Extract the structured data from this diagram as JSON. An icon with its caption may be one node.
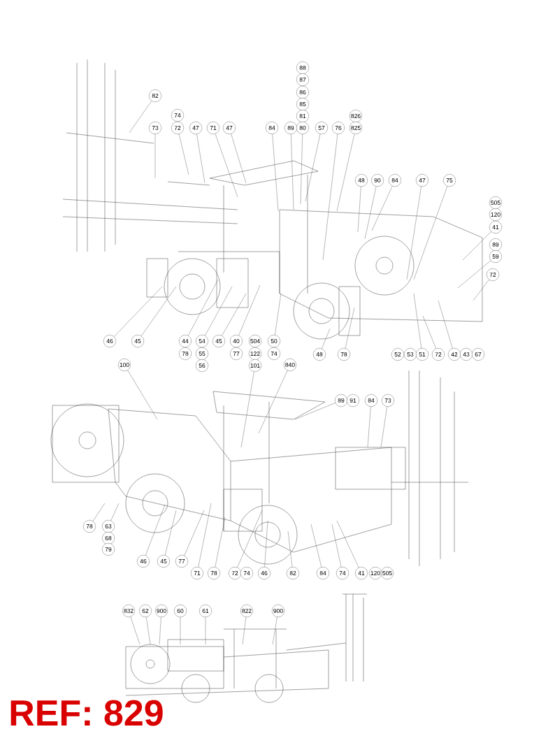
{
  "diagram": {
    "nodes": [
      {
        "text": [
          "82"
        ]
      },
      {
        "text": [
          "74"
        ]
      },
      {
        "text": [
          "72"
        ]
      },
      {
        "text": [
          "73"
        ]
      },
      {
        "text": [
          "47"
        ]
      },
      {
        "text": [
          "71"
        ]
      },
      {
        "text": [
          "47"
        ]
      },
      {
        "text": [
          "84"
        ]
      },
      {
        "text": [
          "89"
        ]
      },
      {
        "text": [
          "88"
        ]
      },
      {
        "text": [
          "87"
        ]
      },
      {
        "text": [
          "86"
        ]
      },
      {
        "text": [
          "85"
        ]
      },
      {
        "text": [
          "81"
        ]
      },
      {
        "text": [
          "80"
        ]
      },
      {
        "text": [
          "57"
        ]
      },
      {
        "text": [
          "76"
        ]
      },
      {
        "text": [
          "826"
        ]
      },
      {
        "text": [
          "825"
        ]
      },
      {
        "text": [
          "48"
        ]
      },
      {
        "text": [
          "90"
        ]
      },
      {
        "text": [
          "84"
        ]
      },
      {
        "text": [
          "47"
        ]
      },
      {
        "text": [
          "75"
        ]
      },
      {
        "text": [
          "505"
        ]
      },
      {
        "text": [
          "120"
        ]
      },
      {
        "text": [
          "41"
        ]
      },
      {
        "text": [
          "89"
        ]
      },
      {
        "text": [
          "59"
        ]
      },
      {
        "text": [
          "72"
        ]
      },
      {
        "text": [
          "46"
        ]
      },
      {
        "text": [
          "45"
        ]
      },
      {
        "text": [
          "44"
        ]
      },
      {
        "text": [
          "54"
        ]
      },
      {
        "text": [
          "45"
        ]
      },
      {
        "text": [
          "40"
        ]
      },
      {
        "text": [
          "504"
        ]
      },
      {
        "text": [
          "50"
        ]
      },
      {
        "text": [
          "48"
        ]
      },
      {
        "text": [
          "78"
        ]
      },
      {
        "text": [
          "52"
        ]
      },
      {
        "text": [
          "53"
        ]
      },
      {
        "text": [
          "51"
        ]
      },
      {
        "text": [
          "72"
        ]
      },
      {
        "text": [
          "42"
        ]
      },
      {
        "text": [
          "43"
        ]
      },
      {
        "text": [
          "67"
        ]
      },
      {
        "text": [
          "78"
        ]
      },
      {
        "text": [
          "55"
        ]
      },
      {
        "text": [
          "77"
        ]
      },
      {
        "text": [
          "122"
        ]
      },
      {
        "text": [
          "74"
        ]
      },
      {
        "text": [
          "56"
        ]
      },
      {
        "text": [
          "101"
        ]
      },
      {
        "text": [
          "100"
        ]
      },
      {
        "text": [
          "840"
        ]
      },
      {
        "text": [
          "89"
        ]
      },
      {
        "text": [
          "91"
        ]
      },
      {
        "text": [
          "84"
        ]
      },
      {
        "text": [
          "73"
        ]
      },
      {
        "text": [
          "78"
        ]
      },
      {
        "text": [
          "63"
        ]
      },
      {
        "text": [
          "68"
        ]
      },
      {
        "text": [
          "79"
        ]
      },
      {
        "text": [
          "46"
        ]
      },
      {
        "text": [
          "45"
        ]
      },
      {
        "text": [
          "77"
        ]
      },
      {
        "text": [
          "71"
        ]
      },
      {
        "text": [
          "78"
        ]
      },
      {
        "text": [
          "72"
        ]
      },
      {
        "text": [
          "74"
        ]
      },
      {
        "text": [
          "46"
        ]
      },
      {
        "text": [
          "82"
        ]
      },
      {
        "text": [
          "84"
        ]
      },
      {
        "text": [
          "74"
        ]
      },
      {
        "text": [
          "41"
        ]
      },
      {
        "text": [
          "120"
        ]
      },
      {
        "text": [
          "505"
        ]
      },
      {
        "text": [
          "832"
        ]
      },
      {
        "text": [
          "62"
        ]
      },
      {
        "text": [
          "900"
        ]
      },
      {
        "text": [
          "60"
        ]
      },
      {
        "text": [
          "61"
        ]
      },
      {
        "text": [
          "822"
        ]
      },
      {
        "text": [
          "900"
        ]
      }
    ],
    "edges": [
      {
        "from": 0,
        "to": null,
        "arrow": "none"
      },
      {
        "from": 2,
        "to": null,
        "arrow": "none"
      },
      {
        "from": 3,
        "to": null,
        "arrow": "none"
      },
      {
        "from": 4,
        "to": null,
        "arrow": "none"
      },
      {
        "from": 5,
        "to": null,
        "arrow": "none"
      },
      {
        "from": 6,
        "to": null,
        "arrow": "none"
      },
      {
        "from": 7,
        "to": null,
        "arrow": "none"
      },
      {
        "from": 8,
        "to": null,
        "arrow": "none"
      },
      {
        "from": 14,
        "to": null,
        "arrow": "none"
      },
      {
        "from": 15,
        "to": null,
        "arrow": "none"
      },
      {
        "from": 16,
        "to": null,
        "arrow": "none"
      },
      {
        "from": 18,
        "to": null,
        "arrow": "none"
      },
      {
        "from": 19,
        "to": null,
        "arrow": "none"
      },
      {
        "from": 20,
        "to": null,
        "arrow": "none"
      },
      {
        "from": 21,
        "to": null,
        "arrow": "none"
      },
      {
        "from": 22,
        "to": null,
        "arrow": "none"
      },
      {
        "from": 23,
        "to": null,
        "arrow": "none"
      },
      {
        "from": 26,
        "to": null,
        "arrow": "none"
      },
      {
        "from": 28,
        "to": null,
        "arrow": "none"
      },
      {
        "from": 29,
        "to": null,
        "arrow": "none"
      },
      {
        "from": 30,
        "to": null,
        "arrow": "none"
      },
      {
        "from": 31,
        "to": null,
        "arrow": "none"
      },
      {
        "from": 32,
        "to": null,
        "arrow": "none"
      },
      {
        "from": 33,
        "to": null,
        "arrow": "none"
      },
      {
        "from": 34,
        "to": null,
        "arrow": "none"
      },
      {
        "from": 35,
        "to": null,
        "arrow": "none"
      },
      {
        "from": 37,
        "to": null,
        "arrow": "none"
      },
      {
        "from": 38,
        "to": null,
        "arrow": "none"
      },
      {
        "from": 39,
        "to": null,
        "arrow": "none"
      },
      {
        "from": 42,
        "to": null,
        "arrow": "none"
      },
      {
        "from": 43,
        "to": null,
        "arrow": "none"
      },
      {
        "from": 44,
        "to": null,
        "arrow": "none"
      },
      {
        "from": 53,
        "to": null,
        "arrow": "none"
      },
      {
        "from": 54,
        "to": null,
        "arrow": "none"
      },
      {
        "from": 55,
        "to": null,
        "arrow": "none"
      },
      {
        "from": 56,
        "to": null,
        "arrow": "none"
      },
      {
        "from": 58,
        "to": null,
        "arrow": "none"
      },
      {
        "from": 59,
        "to": null,
        "arrow": "none"
      },
      {
        "from": 60,
        "to": null,
        "arrow": "none"
      },
      {
        "from": 61,
        "to": null,
        "arrow": "none"
      },
      {
        "from": 64,
        "to": null,
        "arrow": "none"
      },
      {
        "from": 65,
        "to": null,
        "arrow": "none"
      },
      {
        "from": 66,
        "to": null,
        "arrow": "none"
      },
      {
        "from": 67,
        "to": null,
        "arrow": "none"
      },
      {
        "from": 68,
        "to": null,
        "arrow": "none"
      },
      {
        "from": 69,
        "to": null,
        "arrow": "none"
      },
      {
        "from": 71,
        "to": null,
        "arrow": "none"
      },
      {
        "from": 72,
        "to": null,
        "arrow": "none"
      },
      {
        "from": 73,
        "to": null,
        "arrow": "none"
      },
      {
        "from": 74,
        "to": null,
        "arrow": "none"
      },
      {
        "from": 75,
        "to": null,
        "arrow": "none"
      },
      {
        "from": 78,
        "to": null,
        "arrow": "none"
      },
      {
        "from": 79,
        "to": null,
        "arrow": "none"
      },
      {
        "from": 80,
        "to": null,
        "arrow": "none"
      },
      {
        "from": 81,
        "to": null,
        "arrow": "none"
      },
      {
        "from": 82,
        "to": null,
        "arrow": "none"
      },
      {
        "from": 83,
        "to": null,
        "arrow": "none"
      },
      {
        "from": 84,
        "to": null,
        "arrow": "none"
      }
    ],
    "labels": [
      "REF: 829"
    ]
  }
}
